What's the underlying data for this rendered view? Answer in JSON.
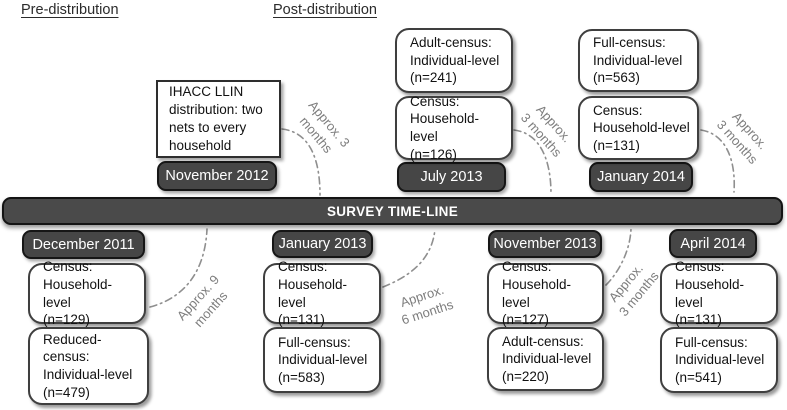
{
  "headers": {
    "pre": "Pre-distribution",
    "post": "Post-distribution"
  },
  "timeline": {
    "label": "SURVEY TIME-LINE"
  },
  "colors": {
    "dark_box": "#464646",
    "box_border": "#3f3f3f",
    "arc": "#8f8f8f",
    "interval_label": "#7d7d7d"
  },
  "distribution_note": "IHACC LLIN\ndistribution: two\nnets to every\nhousehold",
  "above_timeline": [
    {
      "date": "November 2012"
    },
    {
      "date": "July 2013",
      "box1": "Adult-census:\nIndividual-level\n(n=241)",
      "box2": "Census:\nHousehold-level\n(n=126)"
    },
    {
      "date": "January 2014",
      "box1": "Full-census:\nIndividual-level\n(n=563)",
      "box2": "Census:\nHousehold-level\n(n=131)"
    }
  ],
  "below_timeline": [
    {
      "date": "December 2011",
      "box1": "Census:\nHousehold-level\n(n=129)",
      "box2": "Reduced-\ncensus:\nIndividual-level\n(n=479)"
    },
    {
      "date": "January 2013",
      "box1": "Census:\nHousehold-level\n(n=131)",
      "box2": "Full-census:\nIndividual-level\n(n=583)"
    },
    {
      "date": "November 2013",
      "box1": "Census:\nHousehold-level\n(n=127)",
      "box2": "Adult-census:\nIndividual-level\n(n=220)"
    },
    {
      "date": "April 2014",
      "box1": "Census:\nHousehold-level\n(n=131)",
      "box2": "Full-census:\nIndividual-level\n(n=541)"
    }
  ],
  "intervals": [
    {
      "label": "Approx. 3\nmonths"
    },
    {
      "label": "Approx.\n3 months"
    },
    {
      "label": "Approx.\n3 months"
    },
    {
      "label": "Approx. 9\nmonths"
    },
    {
      "label": "Approx.\n6 months"
    },
    {
      "label": "Approx.\n3 months"
    }
  ]
}
